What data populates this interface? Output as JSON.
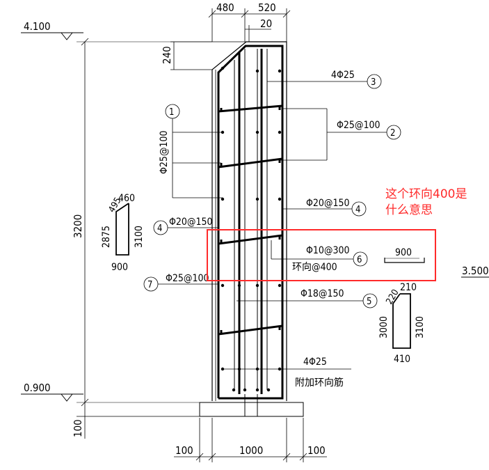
{
  "elevations": {
    "top": "4.100",
    "bottom": "0.900",
    "right": "3.500"
  },
  "dims": {
    "top_w1": "480",
    "top_w2": "520",
    "top_w3": "20",
    "chamfer_h": "240",
    "height": "3200",
    "base": "100",
    "bottom_w1": "100",
    "bottom_w2": "1000",
    "bottom_w3": "100"
  },
  "labels": {
    "top_bars": "4Φ25",
    "vert_bars": "Φ25@100",
    "horiz_right": "Φ25@100",
    "stirrup4_right": "Φ20@150",
    "stirrup4_left": "Φ20@150",
    "ring_spec": "Φ10@300",
    "ring_spacing": "环向@400",
    "left_7": "Φ25@100",
    "bar5": "Φ18@150",
    "addl_bars": "4Φ25",
    "addl_ring": "附加环向筋"
  },
  "markers": [
    "1",
    "2",
    "3",
    "4",
    "4",
    "5",
    "6",
    "7"
  ],
  "shape_left": {
    "top": "460",
    "chamfer": "495",
    "h1": "2875",
    "h2": "3100",
    "bottom": "900"
  },
  "shape_right": {
    "top": "210",
    "chamfer": "220",
    "h1": "3000",
    "h2": "3100",
    "bottom": "410"
  },
  "hook_dim": "900",
  "annotation": {
    "line1": "这个环向400是",
    "line2": "什么意思",
    "color": "#ff2a2a"
  }
}
